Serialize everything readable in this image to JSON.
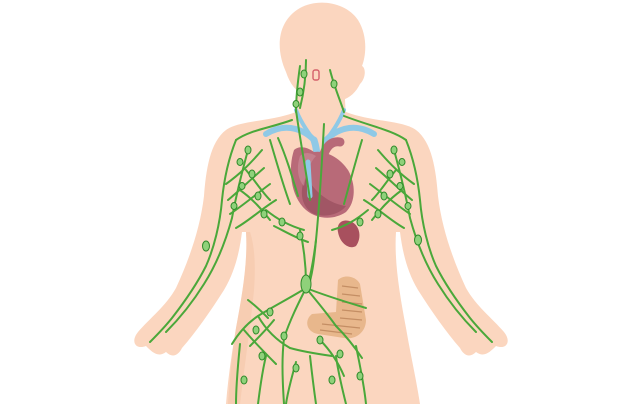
{
  "illustration": {
    "subject": "lymphatic-system",
    "colors": {
      "background": "#ffffff",
      "skin": "#fbd6bf",
      "skin_shadow": "#f4c3a6",
      "lymph": "#4aa83a",
      "lymph_dark": "#2f8a2a",
      "node": "#8fd17a",
      "heart": "#b86a78",
      "heart_dark": "#8e4656",
      "vessel_blue": "#8fc9e6",
      "spleen": "#a8505e",
      "intestine": "#e8b78c",
      "thyroid_outline": "#d4606a"
    },
    "parts": [
      "body-silhouette",
      "head",
      "heart",
      "spleen",
      "thoracic-duct",
      "lymph-vessels",
      "lymph-nodes",
      "intestine",
      "subclavian-veins"
    ]
  }
}
